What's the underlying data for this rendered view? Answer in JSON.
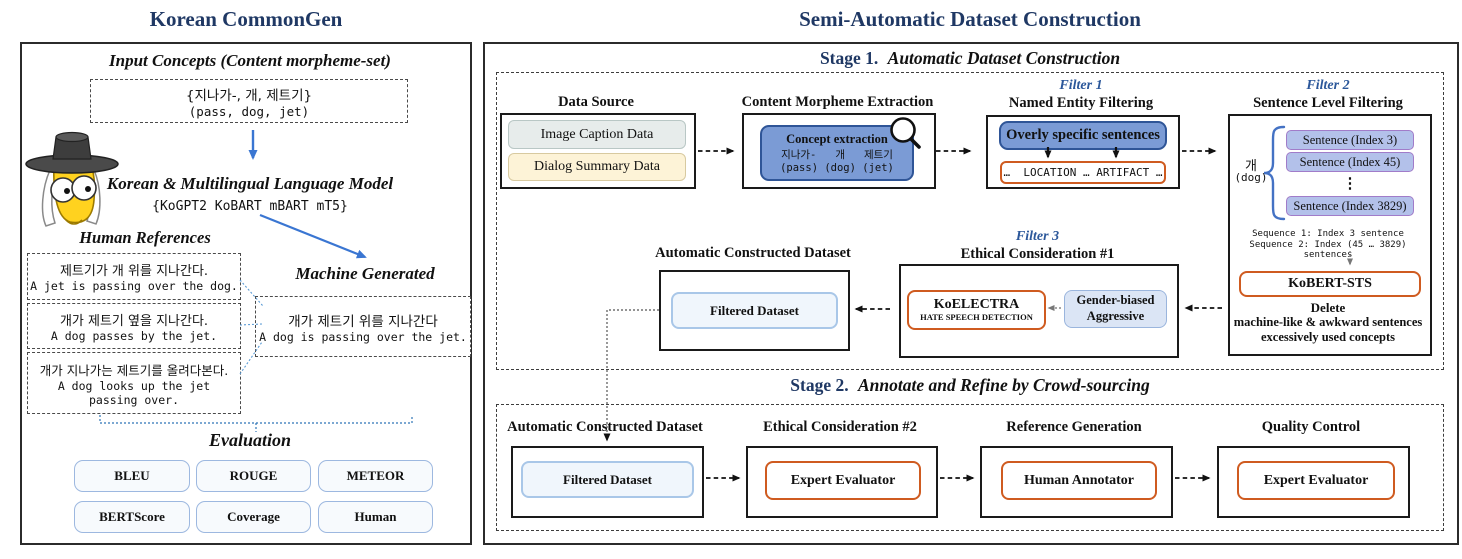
{
  "colors": {
    "navy": "#1f3864",
    "filter_blue": "#2b579a",
    "arrow_blue": "#3a76d2",
    "concept_blue_fill": "#7b9bd5",
    "concept_blue_border": "#2f5597",
    "lavender_fill": "#b3c1ea",
    "lavender_border": "#a17cc9",
    "orange": "#cf5b20",
    "light_blue_fill": "#f0f6fc",
    "light_blue_border": "#a9c7e8"
  },
  "left_panel": {
    "title": "Korean CommonGen",
    "input_concepts_heading": "Input Concepts (Content morpheme-set)",
    "input_concepts_korean": "{지나가-, 개, 제트기}",
    "input_concepts_english": "(pass, dog, jet)",
    "model_heading": "Korean & Multilingual Language Model",
    "model_list": "{KoGPT2 KoBART mBART mT5}",
    "human_references_heading": "Human References",
    "references": [
      {
        "korean": "제트기가 개 위를 지나간다.",
        "english": "A jet is passing over the dog."
      },
      {
        "korean": "개가 제트기 옆을 지나간다.",
        "english": "A dog passes by the jet."
      },
      {
        "korean": "개가 지나가는 제트기를 올려다본다.",
        "english": "A dog looks up the jet passing over."
      }
    ],
    "machine_generated_heading": "Machine Generated",
    "machine_korean": "개가 제트기 위를 지나간다",
    "machine_english": "A dog is passing over the jet.",
    "evaluation_heading": "Evaluation",
    "metrics": [
      "BLEU",
      "ROUGE",
      "METEOR",
      "BERTScore",
      "Coverage",
      "Human"
    ]
  },
  "right_panel": {
    "title": "Semi-Automatic Dataset Construction",
    "stage1_label": "Stage 1.",
    "stage1_title": "Automatic Dataset Construction",
    "data_source_heading": "Data Source",
    "data_source_items": [
      "Image Caption Data",
      "Dialog Summary Data"
    ],
    "cme_heading": "Content Morpheme Extraction",
    "cme_box_title": "Concept extraction",
    "cme_korean": "지나가-   개   제트기",
    "cme_english": "(pass) (dog) (jet)",
    "filter1_label": "Filter 1",
    "filter1_heading": "Named Entity Filtering",
    "filter1_blue_box": "Overly specific sentences",
    "filter1_orange_box": "…  LOCATION … ARTIFACT …",
    "filter2_label": "Filter 2",
    "filter2_heading": "Sentence Level Filtering",
    "filter2_concept_korean": "개",
    "filter2_concept_english": "(dog)",
    "filter2_sentences": [
      "Sentence (Index 3)",
      "Sentence (Index 45)",
      "Sentence (Index 3829)"
    ],
    "filter2_ellipsis": "⋮",
    "filter2_seq1": "Sequence 1: Index 3 sentence",
    "filter2_seq2": "Sequence 2: Index (45 … 3829) sentences",
    "filter2_model": "KoBERT-STS",
    "filter2_note1": "Delete",
    "filter2_note2": "machine-like & awkward sentences",
    "filter2_note3": "excessively used concepts",
    "acd_heading": "Automatic Constructed Dataset",
    "acd_box": "Filtered Dataset",
    "filter3_label": "Filter 3",
    "filter3_heading": "Ethical Consideration #1",
    "filter3_model": "KoELECTRA",
    "filter3_model_sub": "HATE SPEECH DETECTION",
    "filter3_tag1": "Gender-biased",
    "filter3_tag2": "Aggressive",
    "stage2_label": "Stage 2.",
    "stage2_title": "Annotate and Refine by Crowd-sourcing",
    "stage2_columns": [
      {
        "heading": "Automatic Constructed Dataset",
        "box": "Filtered Dataset"
      },
      {
        "heading": "Ethical Consideration #2",
        "box": "Expert Evaluator"
      },
      {
        "heading": "Reference Generation",
        "box": "Human Annotator"
      },
      {
        "heading": "Quality Control",
        "box": "Expert Evaluator"
      }
    ]
  }
}
